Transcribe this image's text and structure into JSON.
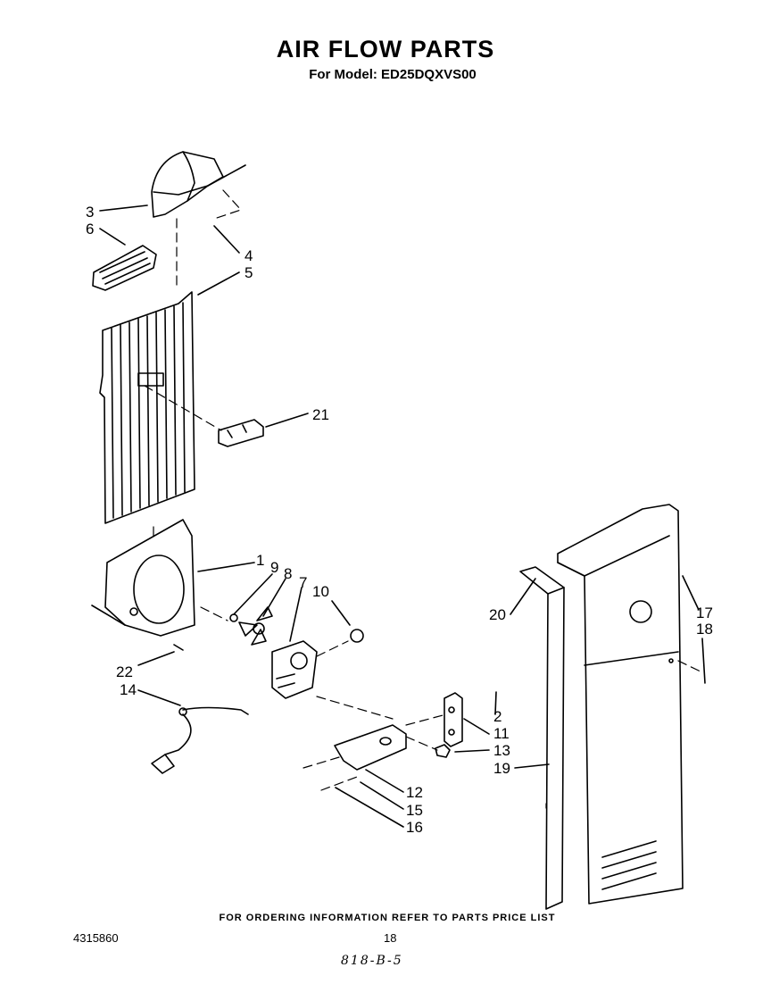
{
  "header": {
    "title": "AIR FLOW PARTS",
    "subtitle": "For Model: ED25DQXVS00"
  },
  "callouts": {
    "c1": "1",
    "c2": "2",
    "c3": "3",
    "c4": "4",
    "c5": "5",
    "c6": "6",
    "c7": "7",
    "c8": "8",
    "c9": "9",
    "c10": "10",
    "c11": "11",
    "c12": "12",
    "c13": "13",
    "c14": "14",
    "c15": "15",
    "c16": "16",
    "c17": "17",
    "c18": "18",
    "c19": "19",
    "c20": "20",
    "c21": "21",
    "c22": "22"
  },
  "footer": {
    "ordering_note": "FOR ORDERING INFORMATION REFER TO PARTS PRICE LIST",
    "document_number": "4315860",
    "page_number": "18",
    "handwritten_note": "818-B-5"
  }
}
